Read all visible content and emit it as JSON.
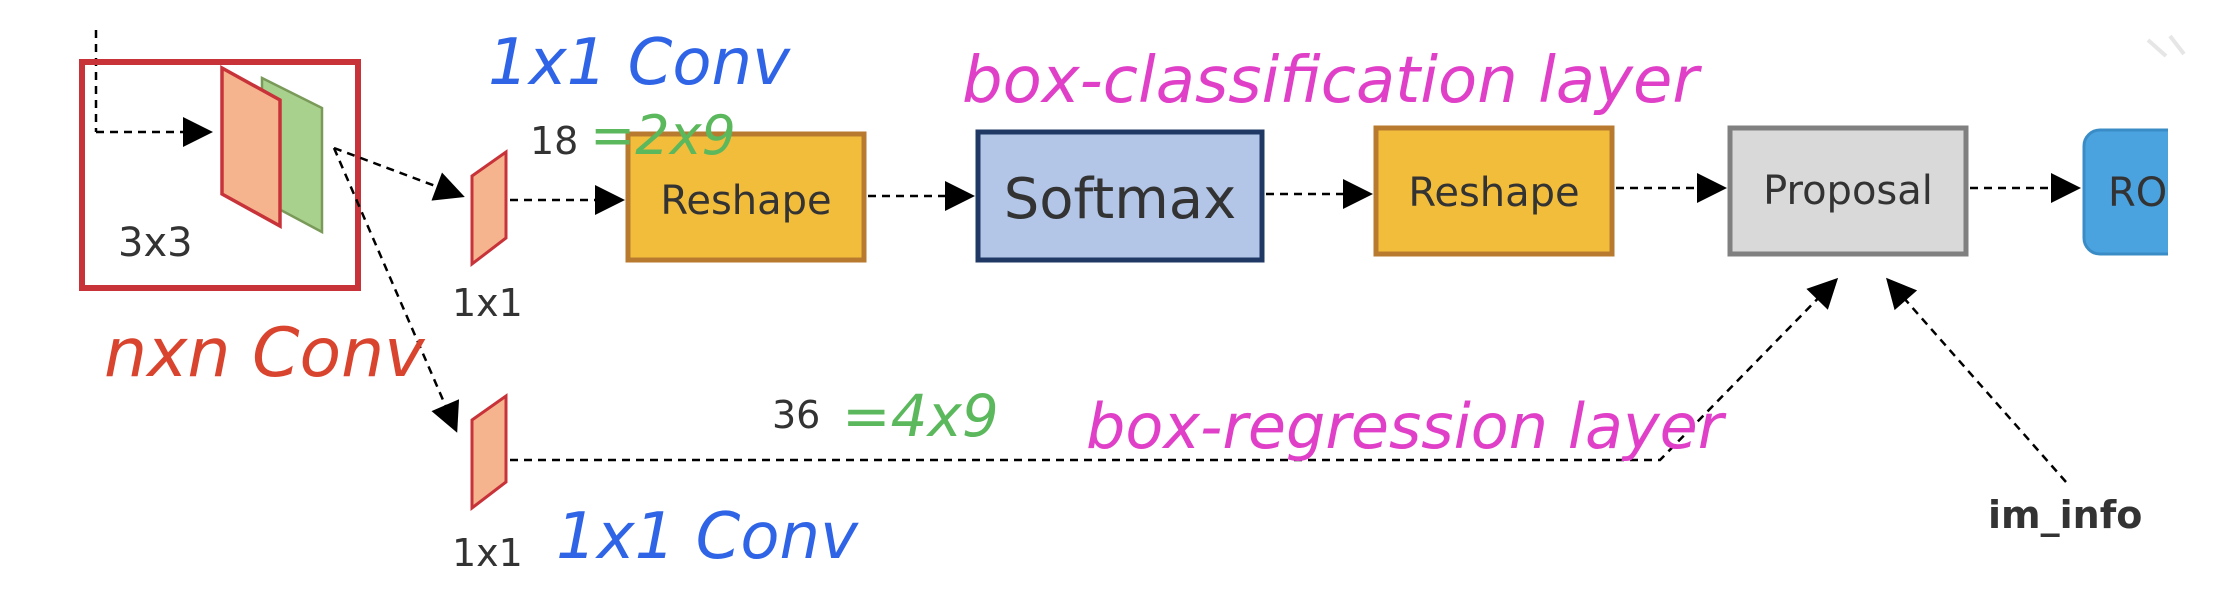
{
  "colors": {
    "conv_border": "#c8333a",
    "filter_orange": "#f5b48e",
    "filter_green": "#a9d18e",
    "reshape_fill": "#f3bd3c",
    "reshape_border": "#b87a2e",
    "softmax_fill": "#b3c6e7",
    "softmax_border": "#1f3864",
    "proposal_fill": "#d9d9d9",
    "proposal_border": "#808080",
    "roi_fill": "#4aa3df",
    "annot_red": "#d9442e",
    "annot_blue": "#2f64e6",
    "annot_green": "#5cb85c",
    "annot_magenta": "#e040c8"
  },
  "diagram": {
    "conv_kernel_label": "3x3",
    "cls_channels": "18",
    "reg_channels": "36",
    "cls_kernel_label": "1x1",
    "reg_kernel_label": "1x1",
    "reshape1": "Reshape",
    "softmax": "Softmax",
    "reshape2": "Reshape",
    "proposal": "Proposal",
    "roi_partial": "RO",
    "im_info": "im_info"
  },
  "annotations": {
    "nxn_conv": "nxn Conv",
    "conv1x1_top": "1x1 Conv",
    "conv1x1_bottom": "1x1 Conv",
    "cls_eq": "=2x9",
    "reg_eq": "=4x9",
    "cls_layer": "box-classification layer",
    "reg_layer": "box-regression layer"
  },
  "icons": [
    "arrow-icon"
  ]
}
